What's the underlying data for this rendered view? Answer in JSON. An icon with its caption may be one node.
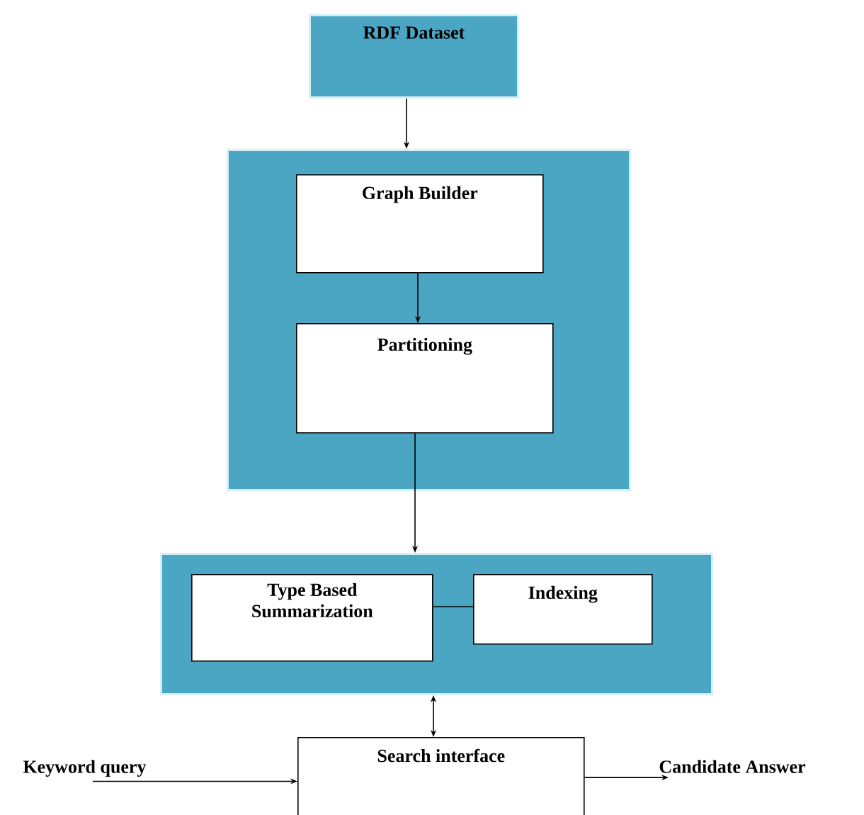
{
  "diagram": {
    "nodes": [
      {
        "text": [
          "RDF Dataset"
        ]
      },
      {
        "text": [],
        "shape": "box"
      },
      {
        "text": [
          "Graph Builder"
        ],
        "in": 1
      },
      {
        "text": [
          "Partitioning"
        ],
        "in": 1
      },
      {
        "text": [],
        "shape": "box"
      },
      {
        "text": [
          "Type Based Summarization"
        ],
        "in": 4
      },
      {
        "text": [
          "Indexing"
        ],
        "in": 4
      },
      {
        "text": [
          "Search interface"
        ]
      },
      {
        "text": [
          "Keyword query"
        ]
      },
      {
        "text": [
          "Candidate Answer"
        ]
      }
    ],
    "edges": [
      {
        "from": 0,
        "to": 1,
        "arrow": "to"
      },
      {
        "from": 2,
        "to": 3,
        "arrow": "to"
      },
      {
        "from": 3,
        "to": 4,
        "arrow": "to"
      },
      {
        "from": 5,
        "to": 6,
        "arrow": "none"
      },
      {
        "from": 4,
        "to": 7,
        "arrow": "both"
      },
      {
        "from": 8,
        "to": 7,
        "arrow": "to"
      },
      {
        "from": 7,
        "to": 9,
        "arrow": "to"
      }
    ]
  }
}
